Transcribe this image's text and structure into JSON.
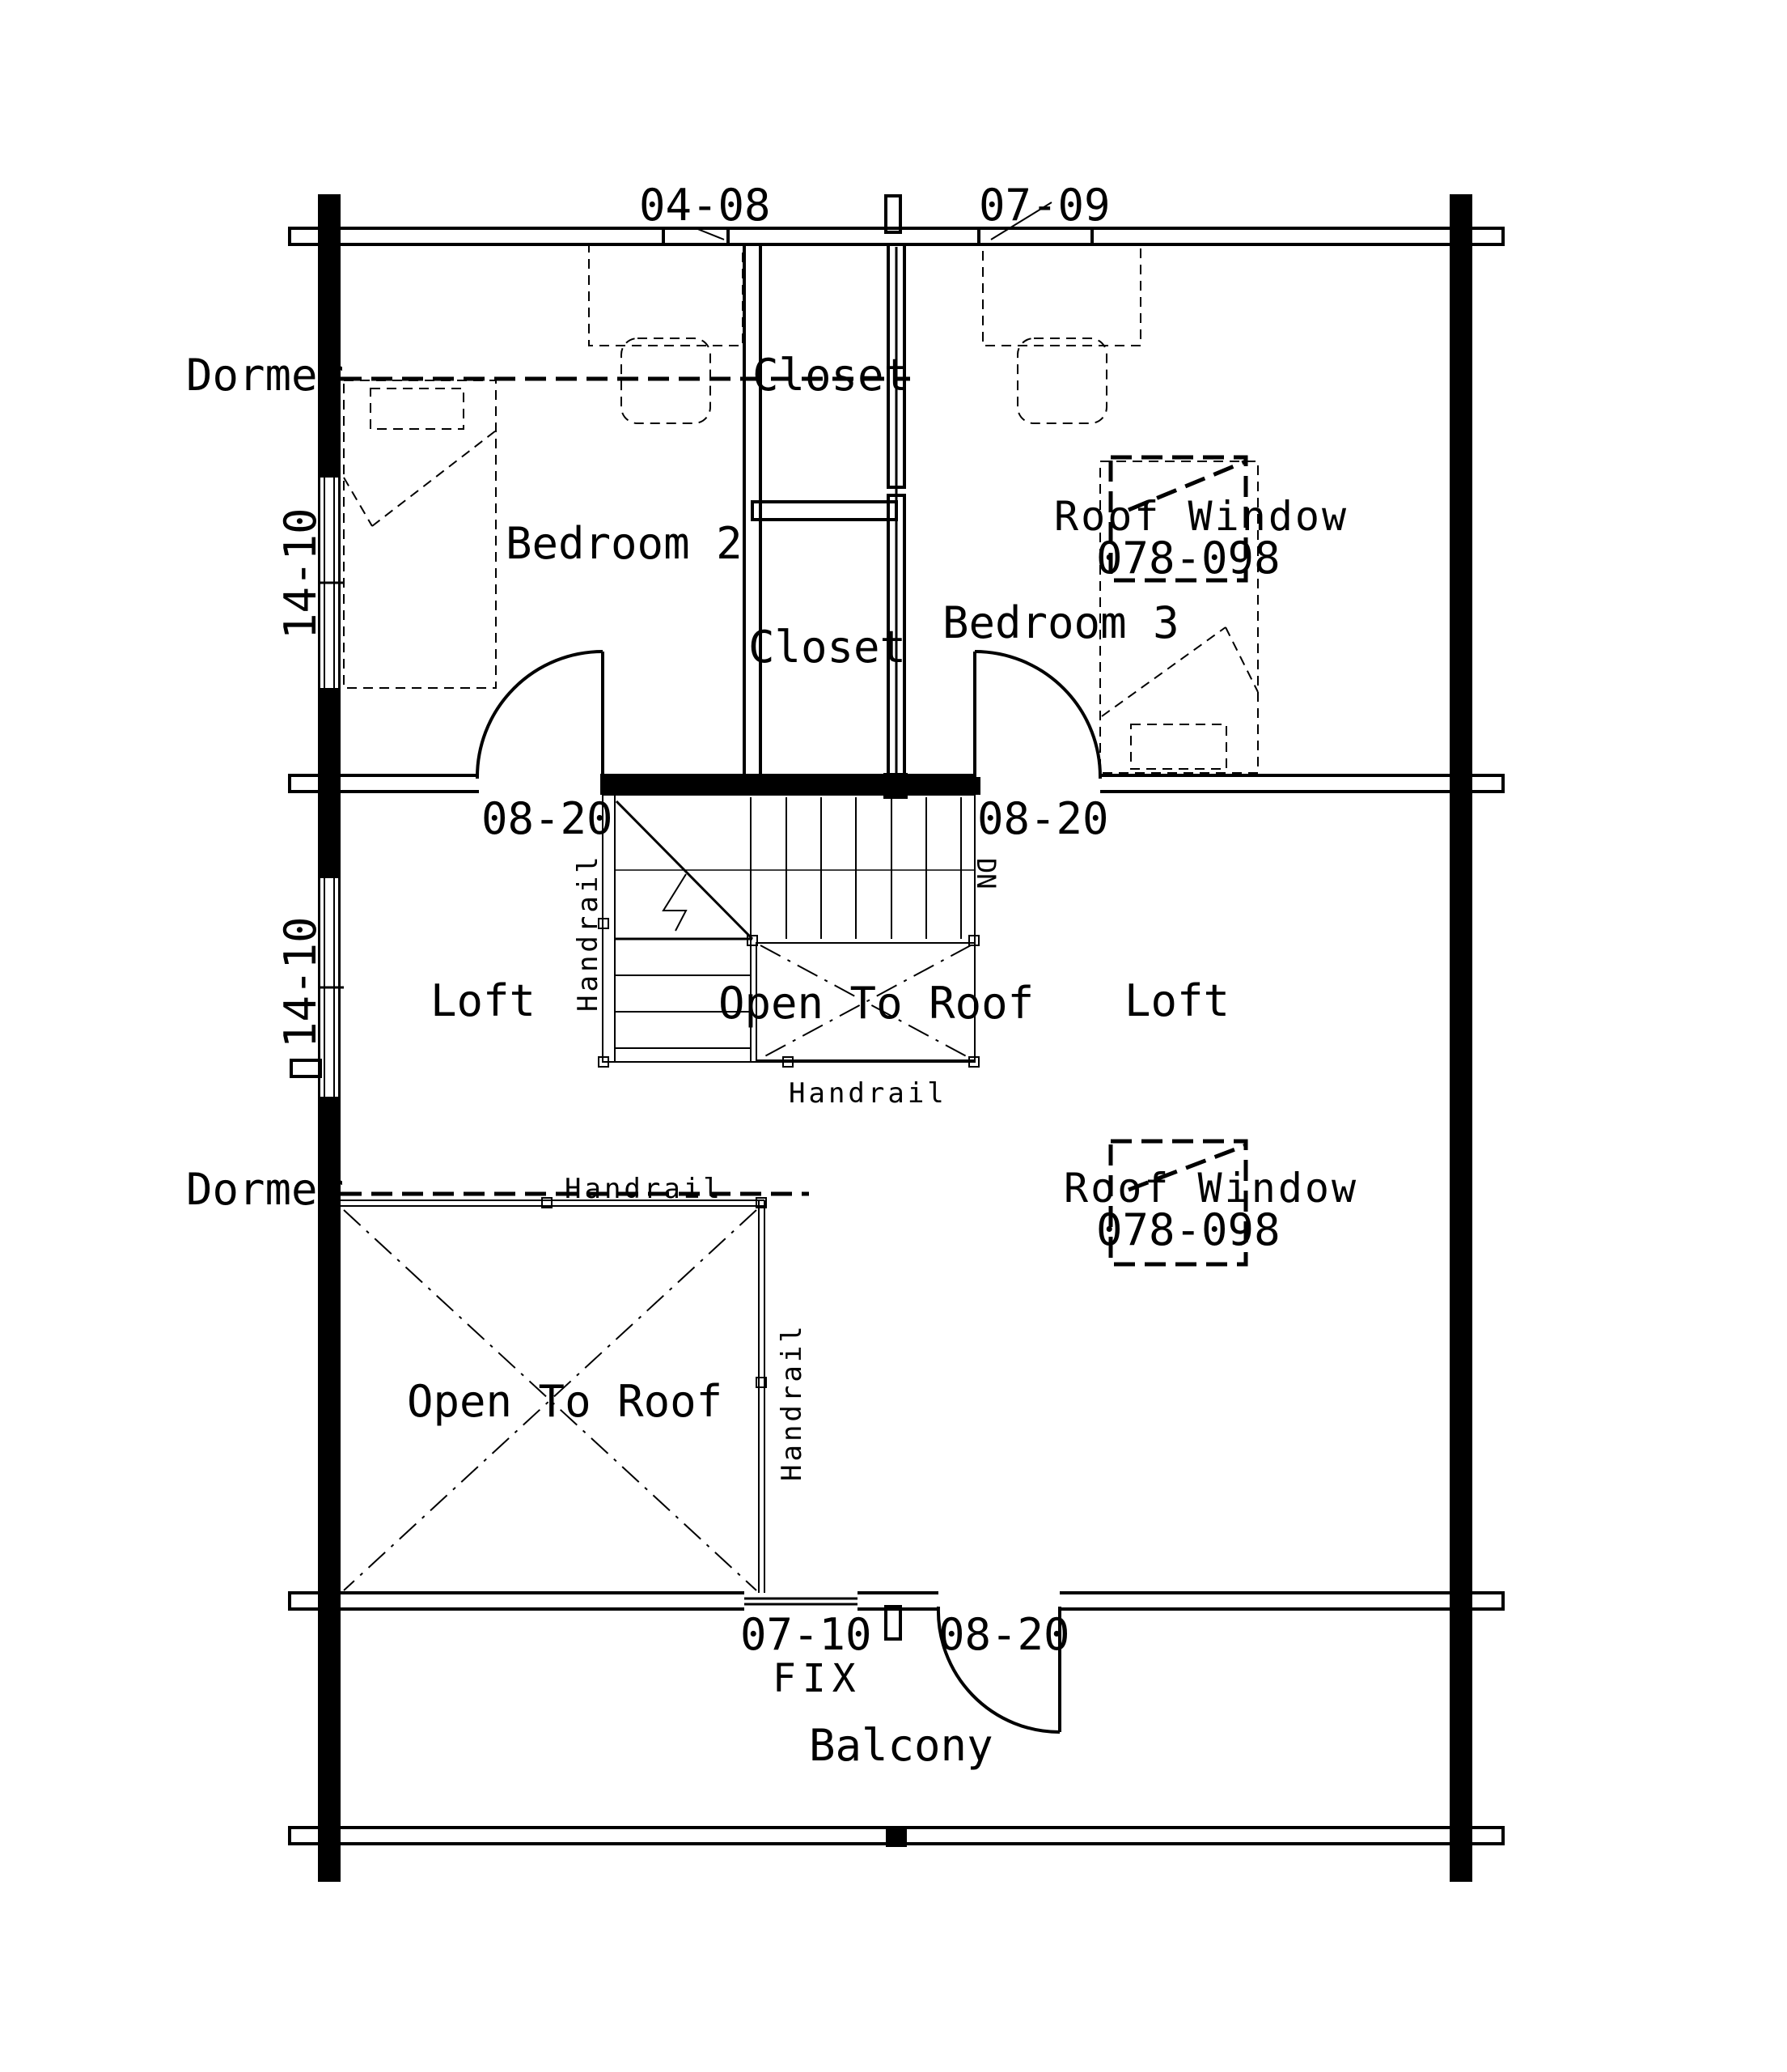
{
  "plan": {
    "rooms": {
      "bedroom2": "Bedroom 2",
      "bedroom3": "Bedroom 3",
      "closet_upper": "Closet",
      "closet_lower": "Closet",
      "loft_left": "Loft",
      "loft_right": "Loft",
      "open_roof_stair": "Open To Roof",
      "open_roof_large": "Open To Roof",
      "balcony": "Balcony"
    },
    "dormers": {
      "upper": "Dormer",
      "lower": "Dormer"
    },
    "dimensions": {
      "wall_upper": "14-10",
      "wall_lower": "14-10"
    },
    "windows": {
      "north_left": "04-08",
      "north_right": "07-09",
      "south_fixed": "07-10",
      "south_fixed_note": "FIX"
    },
    "doors": {
      "bedroom2": "08-20",
      "bedroom3": "08-20",
      "balcony": "08-20"
    },
    "roof_windows": {
      "upper_title": "Roof Window",
      "upper_code": "078-098",
      "lower_title": "Roof Window",
      "lower_code": "078-098"
    },
    "handrails": {
      "stair_left": "Handrail",
      "stair_bottom": "Handrail",
      "open_top": "Handrail",
      "open_right": "Handrail"
    },
    "stair": {
      "direction": "DN"
    }
  }
}
